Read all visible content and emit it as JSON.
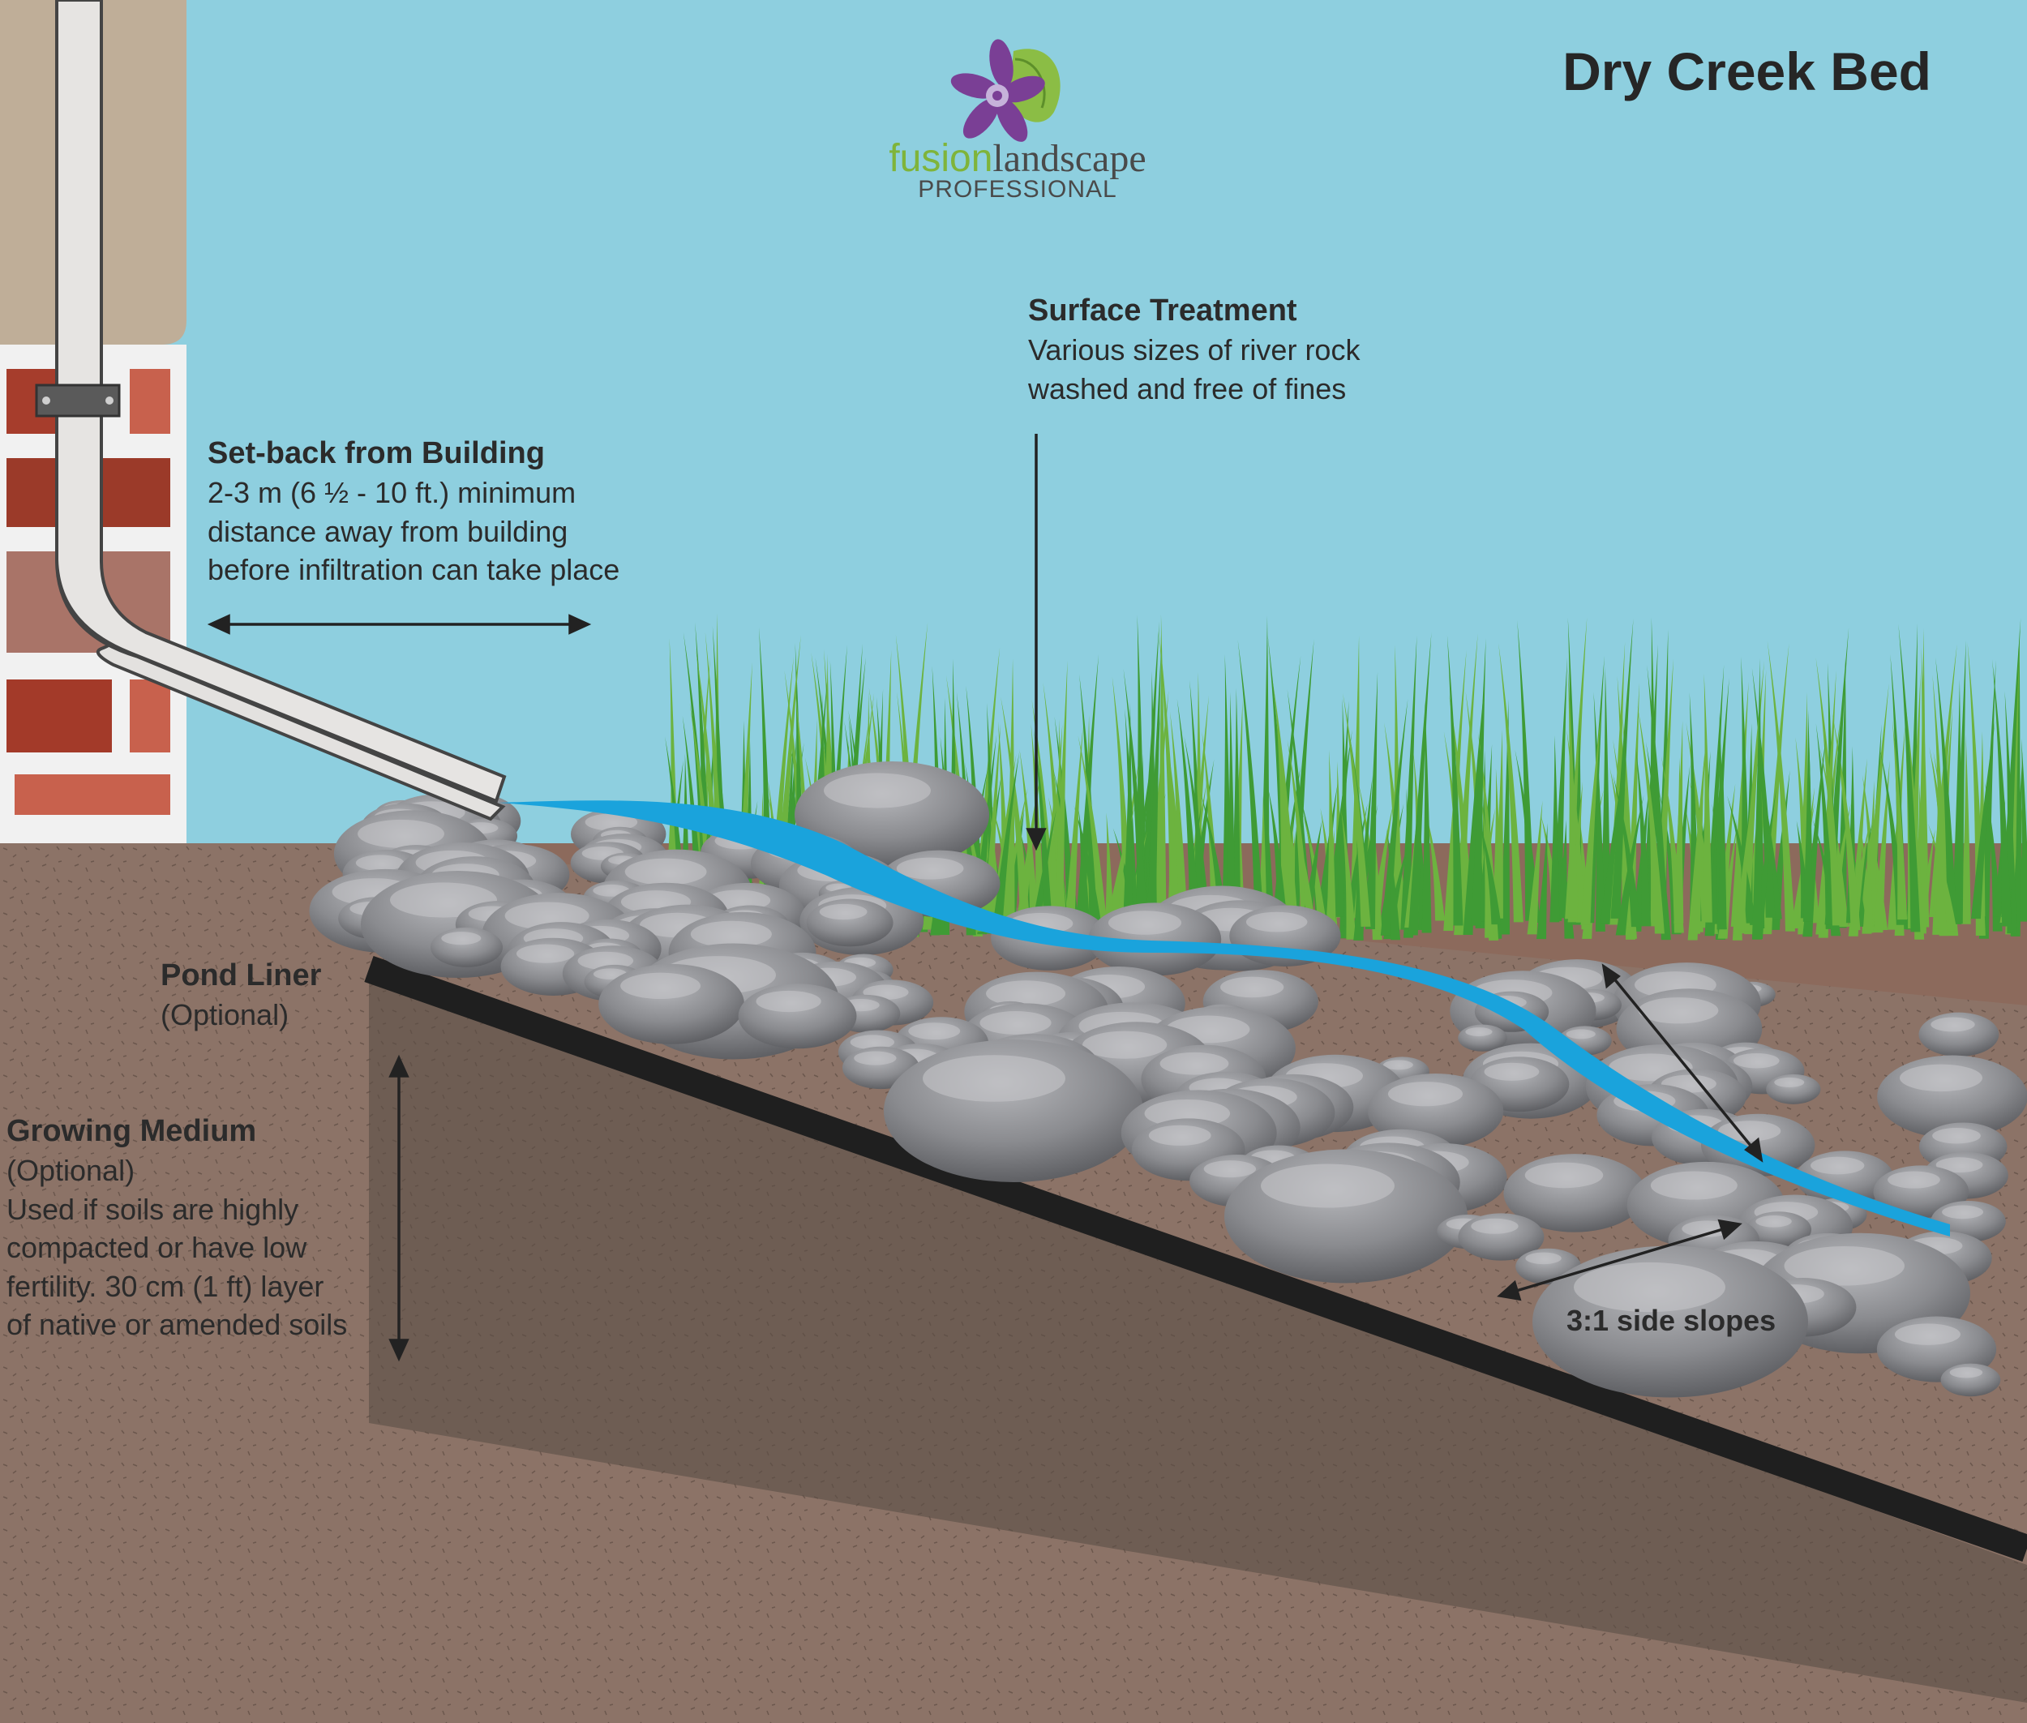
{
  "title": "Dry Creek Bed",
  "logo": {
    "word1": "fusion",
    "word2": "landscape",
    "word3": "PROFESSIONAL",
    "icon": "flower-leaf-icon"
  },
  "labels": {
    "surface_treatment": {
      "head": "Surface Treatment",
      "lines": [
        "Various sizes of river rock",
        "washed and free of fines"
      ]
    },
    "setback": {
      "head": "Set-back from Building",
      "lines": [
        "2-3 m (6 ½ - 10 ft.) minimum",
        "distance away from building",
        "before infiltration can take place"
      ]
    },
    "pond_liner": {
      "head": "Pond Liner",
      "lines": [
        "(Optional)"
      ]
    },
    "growing_medium": {
      "head": "Growing Medium",
      "lines": [
        "(Optional)",
        "Used if soils are highly",
        "compacted or have low",
        "fertility. 30 cm (1 ft) layer",
        "of native or amended soils"
      ]
    },
    "side_slopes": {
      "text": "3:1 side slopes"
    }
  },
  "colors": {
    "sky": "#8ecfdf",
    "soil": "#8c7367",
    "soil_dark": "#6b5a50",
    "liner": "#1f1f1f",
    "water": "#1aa3dc",
    "rock": "#8f9094",
    "grass": "#3f9b35",
    "brick": "#9e3b2a",
    "siding": "#bfae98"
  }
}
